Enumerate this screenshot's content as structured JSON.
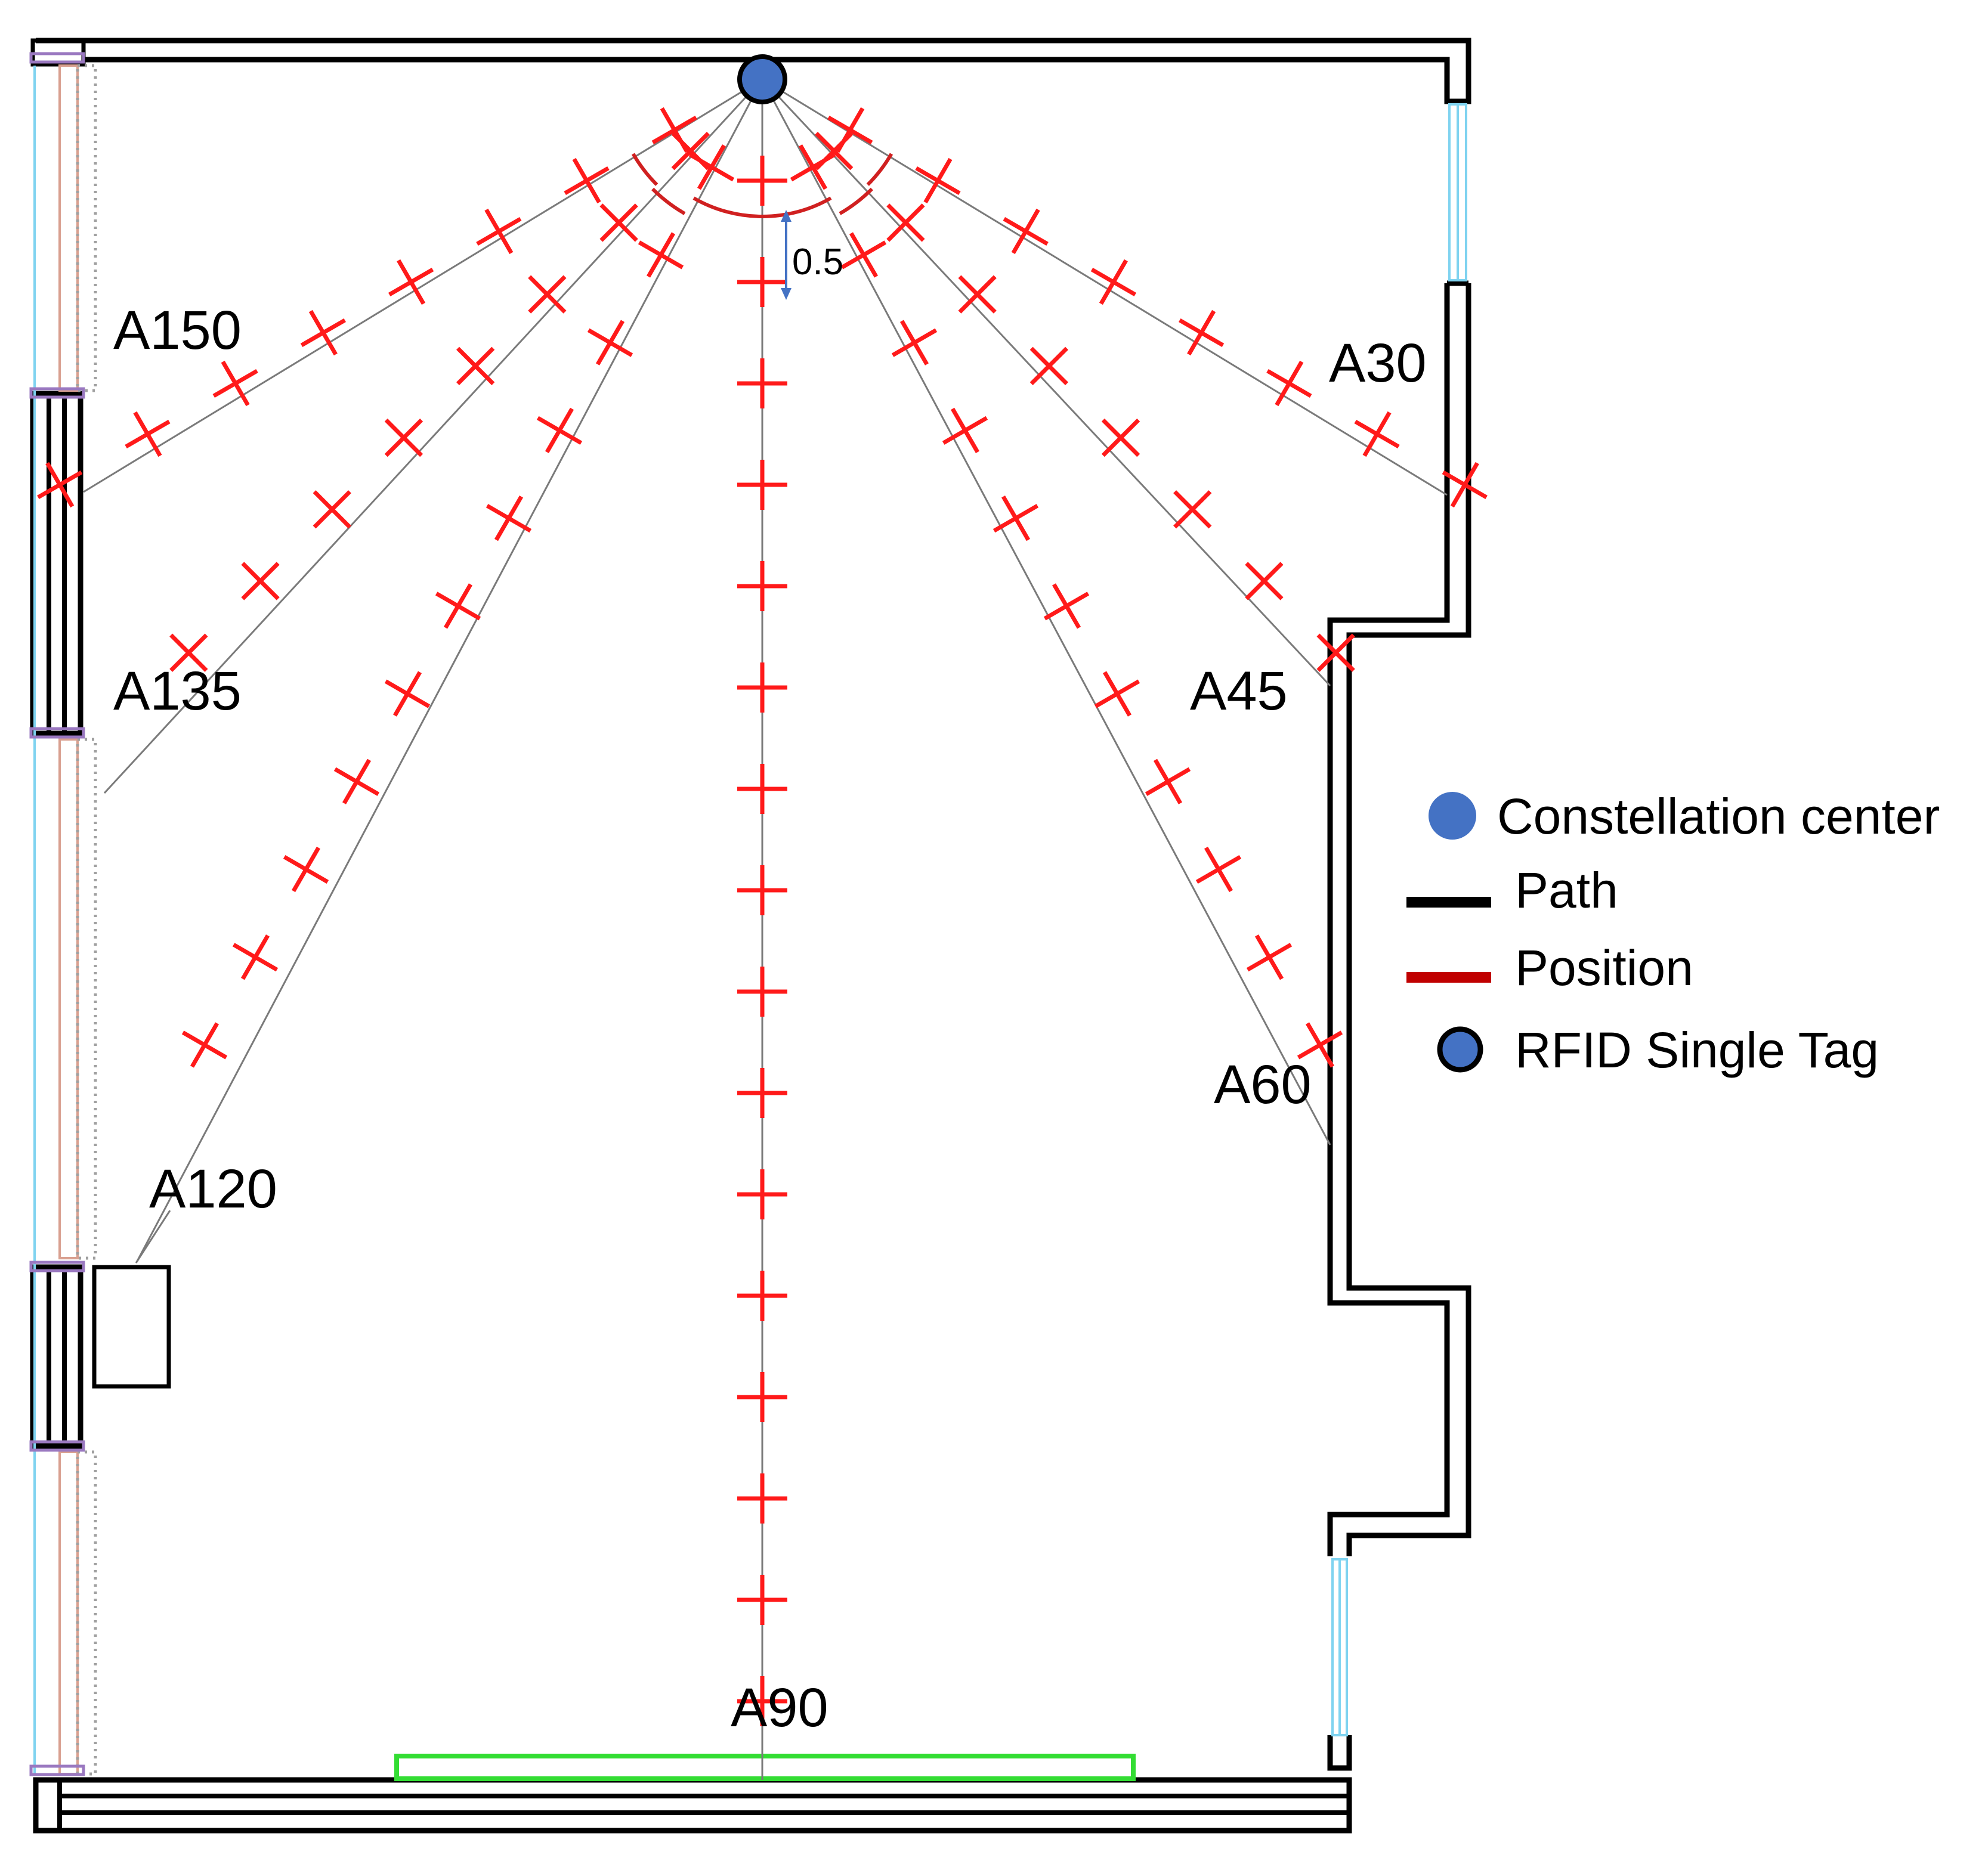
{
  "diagram": {
    "spacing_label": "0.5",
    "angle_labels": [
      {
        "id": "a150",
        "text": "A150"
      },
      {
        "id": "a135",
        "text": "A135"
      },
      {
        "id": "a120",
        "text": "A120"
      },
      {
        "id": "a90",
        "text": "A90"
      },
      {
        "id": "a60",
        "text": "A60"
      },
      {
        "id": "a45",
        "text": "A45"
      },
      {
        "id": "a30",
        "text": "A30"
      }
    ],
    "angles_deg": [
      30,
      45,
      60,
      90,
      120,
      135,
      150
    ],
    "positions_per_angle": {
      "30": 8,
      "45": 8,
      "60": 11,
      "90": 16,
      "120": 11,
      "135": 8,
      "150": 8
    },
    "position_spacing": 0.5
  },
  "legend": {
    "items": [
      {
        "id": "constellation",
        "label": "Constellation center",
        "color": "#4472c4"
      },
      {
        "id": "path",
        "label": "Path",
        "color": "#000000"
      },
      {
        "id": "position",
        "label": "Position",
        "color": "#c00000"
      },
      {
        "id": "tag",
        "label": "RFID Single Tag",
        "color": "#4472c4"
      }
    ]
  },
  "colors": {
    "marker": "#ff1a1a",
    "tag_fill": "#4472c4",
    "door": "#33dd33",
    "window": "#7fd3f0",
    "radiator": "#d9a090"
  }
}
